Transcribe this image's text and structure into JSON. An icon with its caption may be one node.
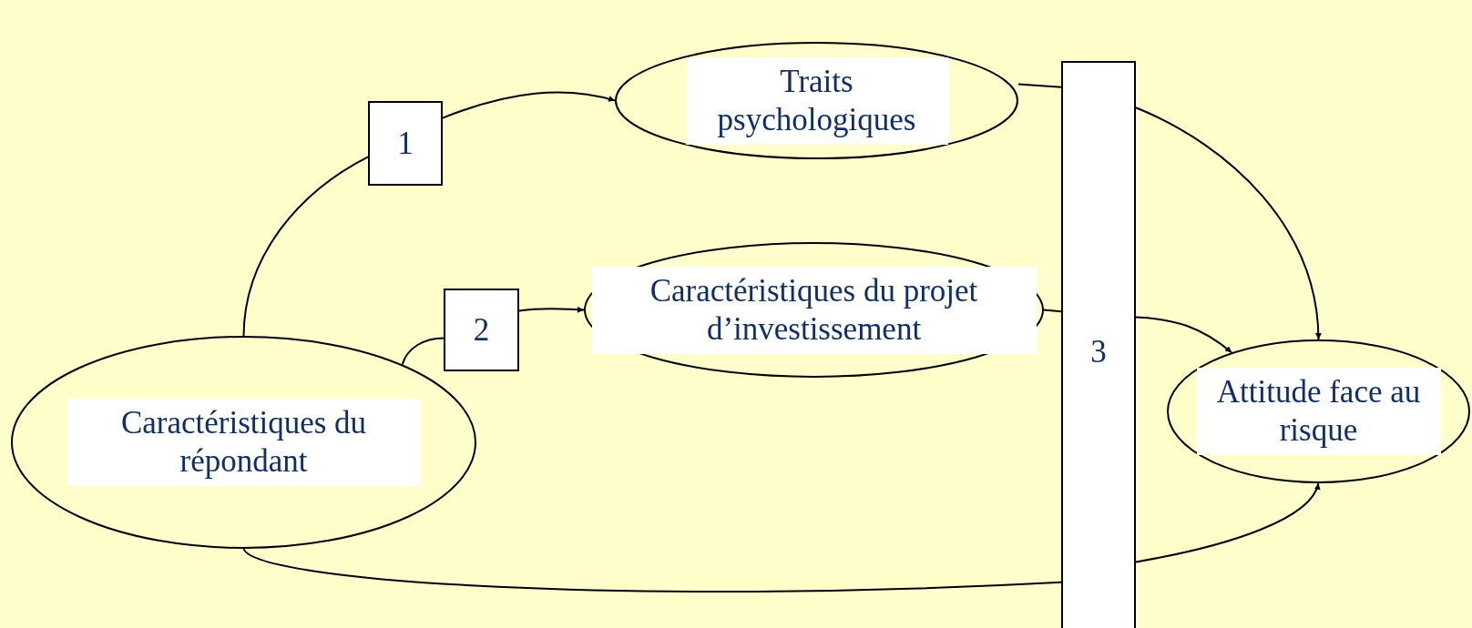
{
  "diagram": {
    "nodes": [
      {
        "text": [
          "Traits psychologiques"
        ]
      },
      {
        "text": [
          "1"
        ]
      },
      {
        "text": [
          "Caractéristiques du projet d’investissement"
        ]
      },
      {
        "text": [
          "2"
        ]
      },
      {
        "text": [
          "Caractéristiques du répondant"
        ]
      },
      {
        "text": [
          "3"
        ]
      },
      {
        "text": [
          "Attitude face au risque"
        ]
      }
    ],
    "edges": [
      {
        "from": 4,
        "to": 1,
        "arrow": "none"
      },
      {
        "from": 1,
        "to": 0,
        "arrow": "to"
      },
      {
        "from": 4,
        "to": 3,
        "arrow": "none"
      },
      {
        "from": 3,
        "to": 2,
        "arrow": "to"
      },
      {
        "from": 0,
        "to": 5,
        "arrow": "none"
      },
      {
        "from": 5,
        "to": 6,
        "arrow": "to"
      },
      {
        "from": 2,
        "to": 5,
        "arrow": "none"
      },
      {
        "from": 5,
        "to": 6,
        "arrow": "to"
      },
      {
        "from": 4,
        "to": 5,
        "arrow": "none"
      },
      {
        "from": 5,
        "to": 6,
        "arrow": "to"
      }
    ]
  }
}
